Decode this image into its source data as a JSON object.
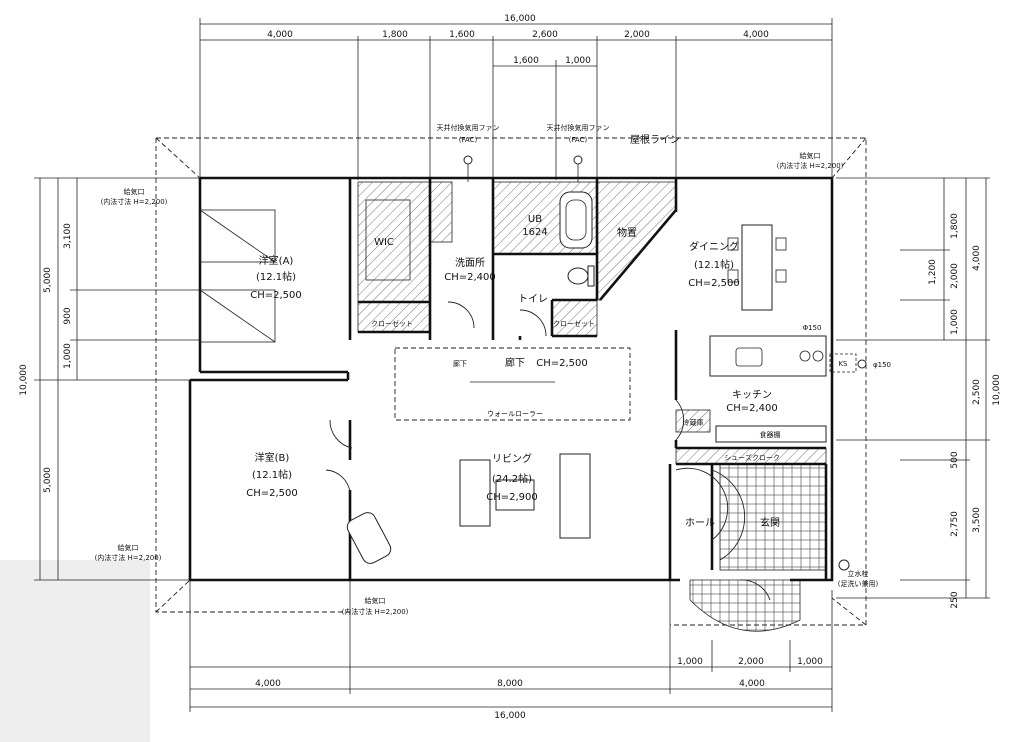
{
  "dimensions": {
    "top_total": "16,000",
    "top_row": [
      "4,000",
      "1,800",
      "1,600",
      "2,600",
      "2,000",
      "4,000"
    ],
    "top_sub": [
      "1,600",
      "1,000"
    ],
    "bottom_row": [
      "4,000",
      "8,000",
      "4,000"
    ],
    "bottom_sub": [
      "1,000",
      "2,000",
      "1,000"
    ],
    "bottom_total": "16,000",
    "left_outer": "10,000",
    "left_inner": [
      "5,000",
      "5,000"
    ],
    "left_sub": [
      "3,100",
      "900",
      "1,000"
    ],
    "right_outer": "10,000",
    "right_inner": [
      "4,000",
      "2,500",
      "3,500"
    ],
    "right_mid": [
      "1,800",
      "2,000",
      "1,200",
      "1,000"
    ],
    "right_low": [
      "500",
      "2,750",
      "250"
    ]
  },
  "rooms": {
    "room_a": [
      "洋室(A)",
      "(12.1帖)",
      "CH=2,500"
    ],
    "room_b": [
      "洋室(B)",
      "(12.1帖)",
      "CH=2,500"
    ],
    "wic": "WIC",
    "washroom": [
      "洗面所",
      "CH=2,400"
    ],
    "bath": [
      "UB",
      "1624"
    ],
    "storage": "物置",
    "toilet": "トイレ",
    "dining": [
      "ダイニング",
      "(12.1帖)",
      "CH=2,500"
    ],
    "kitchen": [
      "キッチン",
      "CH=2,400"
    ],
    "living": [
      "リビング",
      "(24.2帖)",
      "CH=2,900"
    ],
    "hall": "ホール",
    "entrance": "玄関",
    "corridor": [
      "廊下",
      "CH=2,500"
    ]
  },
  "labels": {
    "closet_1": "クローゼット",
    "closet_2": "クローゼット",
    "shoe_closet": "シューズクローク",
    "fridge": "冷蔵庫",
    "pantry": "食器棚",
    "roof_line": "屋根ライン",
    "fan_1": [
      "天井付換気用ファン",
      "(FAC)"
    ],
    "fan_2": [
      "天井付換気用ファン",
      "(FAC)"
    ],
    "vent_1": [
      "給気口",
      "(内法寸法 H=2,200)"
    ],
    "vent_2": [
      "給気口",
      "(内法寸法 H=2,200)"
    ],
    "vent_3": [
      "給気口",
      "(内法寸法 H=2,200)"
    ],
    "vent_4": [
      "給気口",
      "(内法寸法 H=2,200)"
    ],
    "ks": "KS",
    "ks_note": "φ150",
    "hood": "Φ150",
    "faucet": [
      "立水栓",
      "(足洗い兼用)"
    ],
    "corridor_note": "ウォールローラー",
    "handwritten": "廊下"
  }
}
